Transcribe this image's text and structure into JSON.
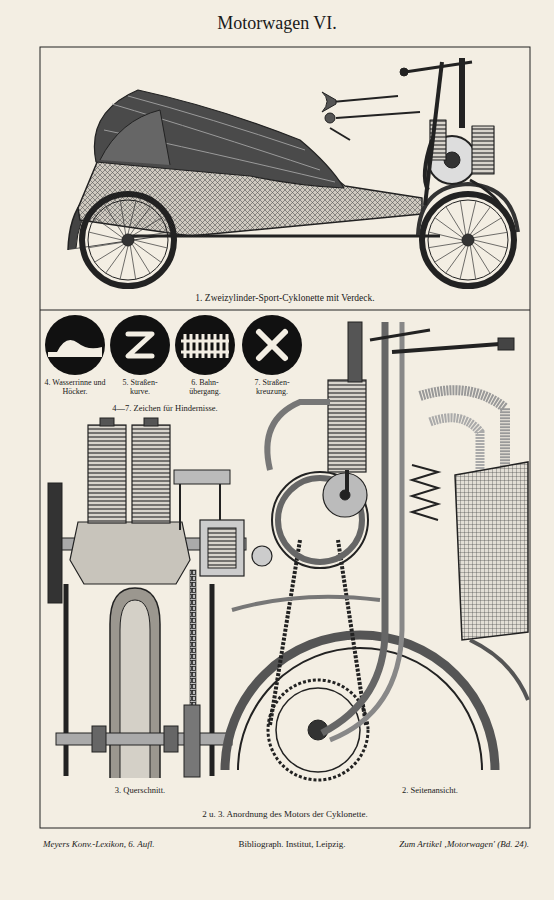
{
  "diagram": {
    "title": "Motorwagen VI.",
    "labels": [
      "1. Zweizylinder-Sport-Cyklonette mit Verdeck.",
      "4. Wasserrinne und Höcker.",
      "5. Straßen- kurve.",
      "6. Bahn- übergang.",
      "7. Straßen- kreuzung.",
      "4—7. Zeichen für Hindernisse.",
      "3. Querschnitt.",
      "2. Seitenansicht.",
      "2 u. 3. Anordnung des Motors der Cyklonette.",
      "Meyers Konv.-Lexikon, 6. Aufl.",
      "Bibliograph. Institut, Leipzig.",
      "Zum Artikel ‚Motorwagen' (Bd. 24)."
    ]
  }
}
